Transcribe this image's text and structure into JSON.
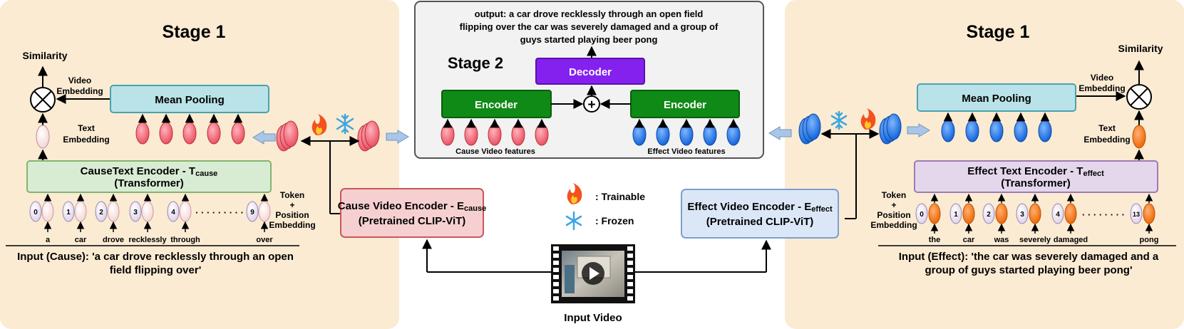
{
  "left_panel": {
    "stage_title": "Stage 1",
    "similarity": "Similarity",
    "video_embedding": [
      "Video",
      "Embedding"
    ],
    "text_embedding": [
      "Text",
      "Embedding"
    ],
    "mean_pooling": "Mean Pooling",
    "encoder_title_main": "CauseText Encoder - T",
    "encoder_title_sub": "cause",
    "encoder_subtitle": "(Transformer)",
    "token_label": [
      "Token",
      "+",
      "Position",
      "Embedding"
    ],
    "position_ids": [
      "0",
      "1",
      "2",
      "3",
      "4",
      "9"
    ],
    "dots": "· · · · · · · · ·",
    "tokens": [
      "a",
      "car",
      "drove",
      "recklessly",
      "through",
      "over"
    ],
    "input_text": [
      "Input (Cause): 'a car drove recklessly through an open",
      "field flipping over'"
    ]
  },
  "right_panel": {
    "stage_title": "Stage 1",
    "similarity": "Similarity",
    "video_embedding": [
      "Video",
      "Embedding"
    ],
    "text_embedding": [
      "Text",
      "Embedding"
    ],
    "mean_pooling": "Mean Pooling",
    "encoder_title_main": "Effect Text Encoder  - T",
    "encoder_title_sub": "effect",
    "encoder_subtitle": "(Transformer)",
    "token_label": [
      "Token",
      "+",
      "Position",
      "Embedding"
    ],
    "position_ids": [
      "0",
      "1",
      "2",
      "3",
      "4",
      "13"
    ],
    "dots": "· · · · · · · ·",
    "tokens": [
      "the",
      "car",
      "was",
      "severely",
      "damaged",
      "pong"
    ],
    "input_text": [
      "Input (Effect): 'the car was severely damaged and a",
      "group of guys started playing beer pong'"
    ]
  },
  "stage2": {
    "output_text": [
      "output: a car drove recklessly through an open field",
      "flipping over the car was severely damaged and a group of",
      "guys started playing beer pong"
    ],
    "stage_title": "Stage 2",
    "decoder": "Decoder",
    "encoder_left": "Encoder",
    "encoder_right": "Encoder",
    "plus_symbol": "+",
    "cause_features": "Cause Video features",
    "effect_features": "Effect Video features"
  },
  "cause_video_encoder": {
    "title_main": "Cause Video Encoder - E",
    "title_sub": "cause",
    "subtitle": "(Pretrained CLIP-ViT)"
  },
  "effect_video_encoder": {
    "title_main": "Effect Video Encoder - E",
    "title_sub": "effect",
    "subtitle": "(Pretrained CLIP-ViT)"
  },
  "legend": {
    "trainable": ": Trainable",
    "frozen": ": Frozen"
  },
  "input_video": "Input Video",
  "colors": {
    "panel_bg": "#fbebd3",
    "stage2_bg": "#f2f2f2",
    "mean_pooling_fill": "#b9e3e8",
    "mean_pooling_stroke": "#4aa3ad",
    "cause_text_encoder_fill": "#d8ecd4",
    "cause_text_encoder_stroke": "#82b56e",
    "effect_text_encoder_fill": "#e4d7ec",
    "effect_text_encoder_stroke": "#9c7bb4",
    "cause_video_encoder_fill": "#f6d0d0",
    "cause_video_encoder_stroke": "#c9575a",
    "effect_video_encoder_fill": "#dbe7f7",
    "effect_video_encoder_stroke": "#7c9fcf",
    "encoder_green": "#0f8a16",
    "decoder_purple": "#8421ef",
    "cause_red": "#f0697a",
    "effect_blue": "#1a73e8",
    "effect_orange": "#f57418"
  }
}
